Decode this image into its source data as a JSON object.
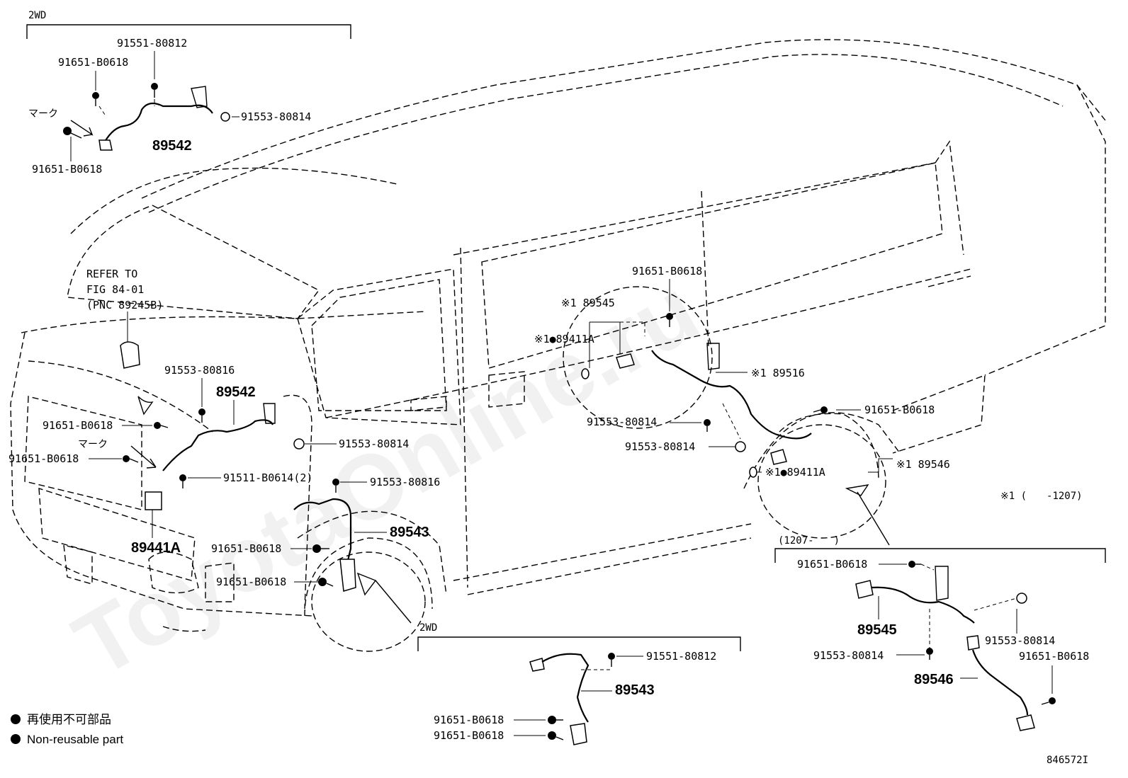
{
  "watermark": "ToyotaOnline.ru",
  "figure_id": "846572I",
  "legend": {
    "ja": "再使用不可部品",
    "en": "Non-reusable part"
  },
  "note": "※1 (　　-1207)",
  "groups": {
    "top_2wd": "2WD",
    "bottom_2wd": "2WD",
    "from_1207": "(1207-　　)"
  },
  "refer": {
    "line1": "REFER TO",
    "line2": "FIG 84-01",
    "line3": "(PNC 89245B)"
  },
  "marks": {
    "top": "マーク",
    "main": "マーク"
  },
  "labels": {
    "t1": "91551-80812",
    "t2": "91651-B0618",
    "t3": "91553-80814",
    "t4": "89542",
    "t5": "91651-B0618",
    "f1": "91553-80816",
    "f2": "89542",
    "f3": "91651-B0618",
    "f4": "91651-B0618",
    "f5": "91553-80814",
    "f6": "91511-B0614(2)",
    "f7": "91553-80816",
    "f8": "89543",
    "f9": "89441A",
    "f10": "91651-B0618",
    "f11": "91651-B0618",
    "r1": "91651-B0618",
    "r2": "※1 89545",
    "r3": "※1●89411A",
    "r4": "※1 89516",
    "r5": "91651-B0618",
    "r6": "91553-80814",
    "r7": "91553-80814",
    "r8": "※1●89411A",
    "r9": "※1 89546",
    "b1": "91551-80812",
    "b2": "89543",
    "b3": "91651-B0618",
    "b4": "91651-B0618",
    "n1": "91651-B0618",
    "n2": "89545",
    "n3": "91553-80814",
    "n4": "91553-80814",
    "n5": "91651-B0618",
    "n6": "89546"
  }
}
